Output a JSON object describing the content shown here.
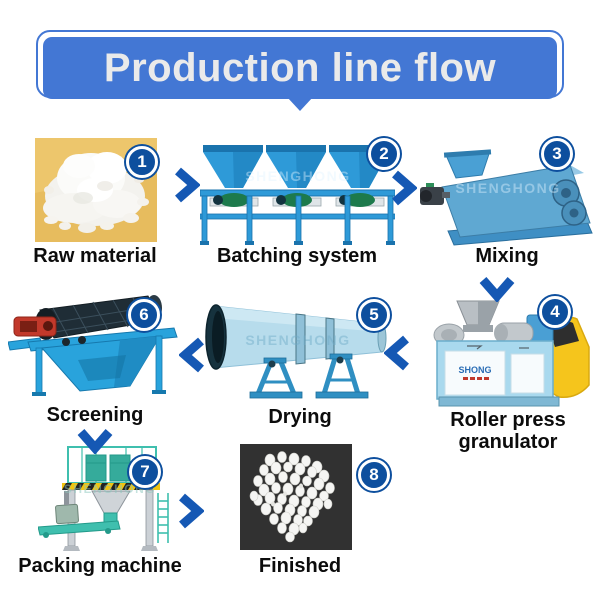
{
  "header": {
    "title": "Production line flow"
  },
  "watermark": "SHENGHONG",
  "machine_logo": "SHONG",
  "steps": [
    {
      "num": "1",
      "label": "Raw material"
    },
    {
      "num": "2",
      "label": "Batching system"
    },
    {
      "num": "3",
      "label": "Mixing"
    },
    {
      "num": "4",
      "label": "Roller press granulator"
    },
    {
      "num": "5",
      "label": "Drying"
    },
    {
      "num": "6",
      "label": "Screening"
    },
    {
      "num": "7",
      "label": "Packing machine"
    },
    {
      "num": "8",
      "label": "Finished"
    }
  ],
  "flow_order": [
    "1",
    "2",
    "3",
    "4",
    "5",
    "6",
    "7",
    "8"
  ],
  "colors": {
    "banner_blue": "#4377d4",
    "badge_blue": "#0d4f9e",
    "arrow_blue": "#1558b4",
    "machine_blue": "#2e9ad8",
    "packing_teal": "#3fbfae",
    "guard_yellow": "#f5c51c"
  }
}
